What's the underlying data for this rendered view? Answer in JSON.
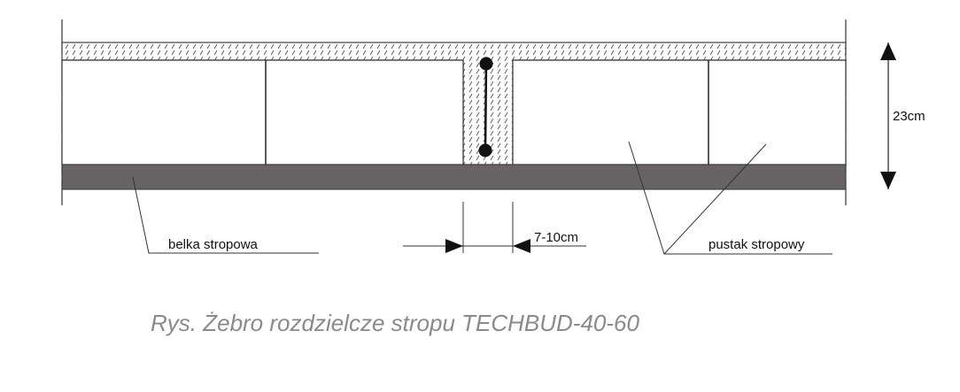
{
  "labels": {
    "height_dim": "23cm",
    "rib_width_dim": "7-10cm",
    "beam": "belka stropowa",
    "block": "pustak stropowy"
  },
  "caption": "Rys. Żebro rozdzielcze stropu TECHBUD-40-60",
  "colors": {
    "beam": "#686465",
    "line": "#222222",
    "caption": "#8a8a8a"
  }
}
